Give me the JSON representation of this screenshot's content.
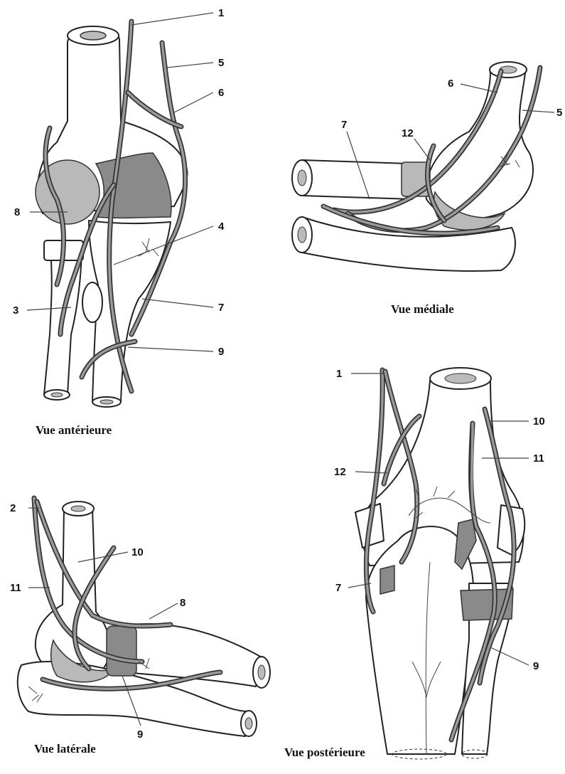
{
  "views": {
    "anterior": {
      "caption": "Vue antérieure",
      "labels": [
        "1",
        "5",
        "6",
        "8",
        "4",
        "3",
        "7",
        "9"
      ]
    },
    "medial": {
      "caption": "Vue médiale",
      "labels": [
        "6",
        "5",
        "7",
        "12"
      ]
    },
    "lateral": {
      "caption": "Vue latérale",
      "labels": [
        "2",
        "10",
        "11",
        "8",
        "9"
      ]
    },
    "posterior": {
      "caption": "Vue postérieure",
      "labels": [
        "1",
        "10",
        "11",
        "12",
        "7",
        "9"
      ]
    }
  }
}
